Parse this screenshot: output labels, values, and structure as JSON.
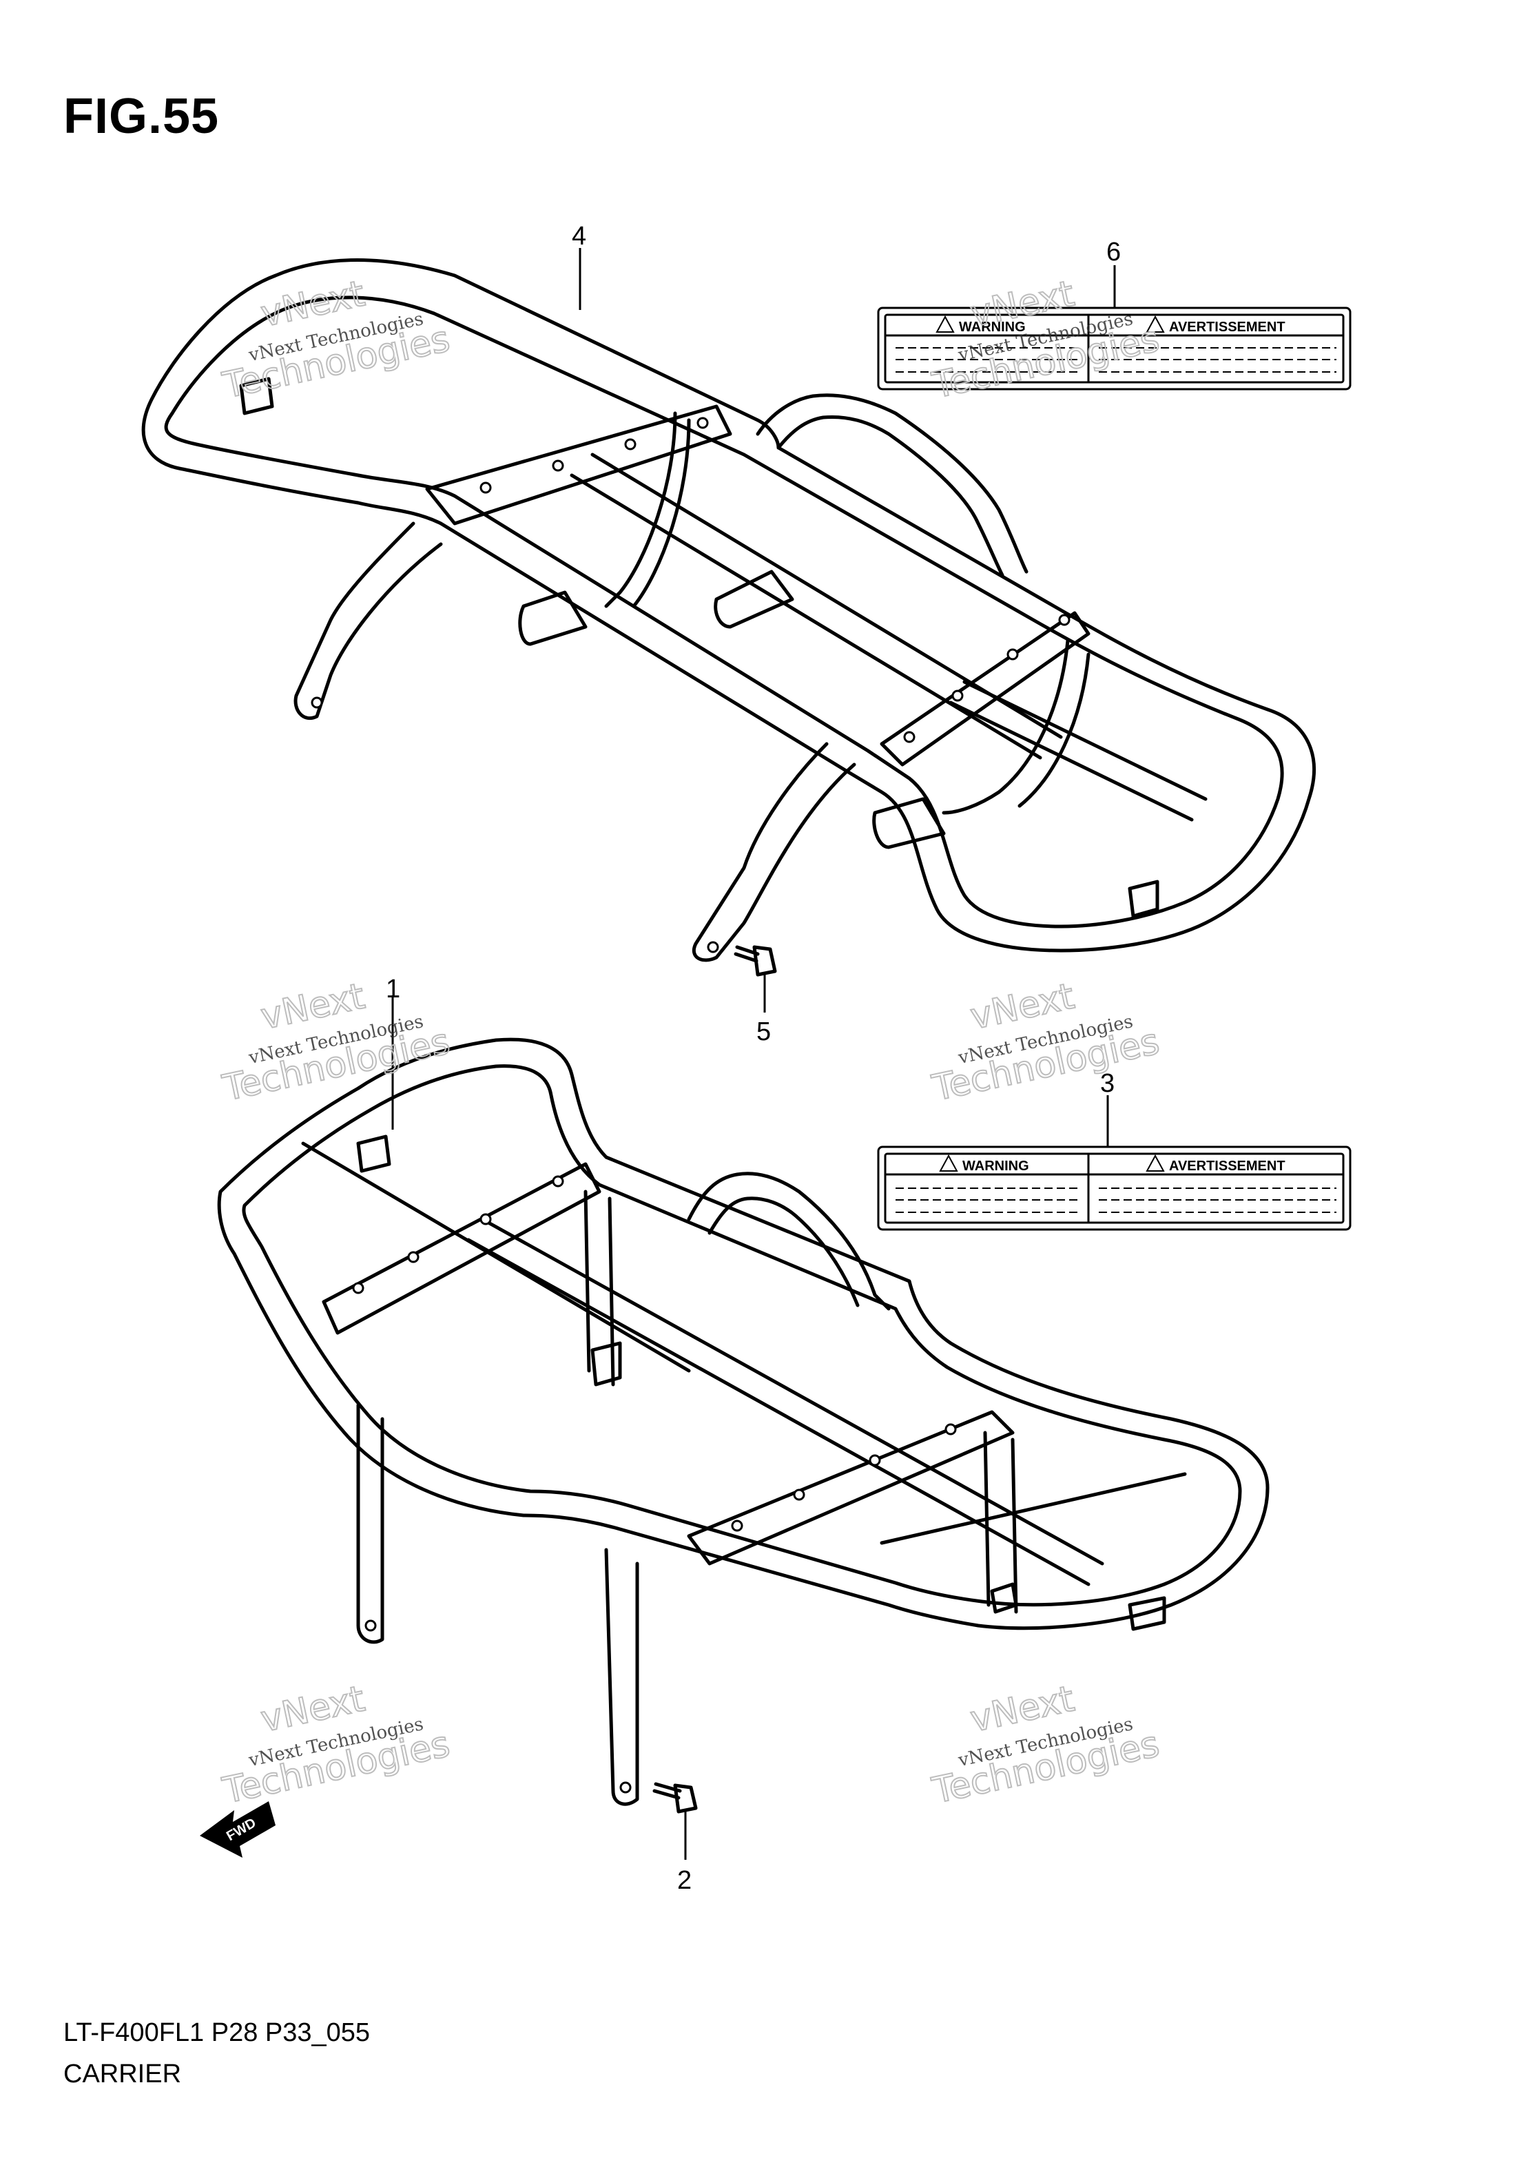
{
  "figure": {
    "title": "FIG.55"
  },
  "footer": {
    "code": "LT-F400FL1 P28 P33_055",
    "name": "CARRIER"
  },
  "callouts": [
    "4",
    "6",
    "5",
    "1",
    "3",
    "2"
  ],
  "labels": {
    "warning": "WARNING",
    "avertissement": "AVERTISSEMENT"
  },
  "watermark": {
    "line1": "vNext Technologies",
    "line2a": "vNext",
    "line2b": "Technologies"
  },
  "fwd": "FWD"
}
